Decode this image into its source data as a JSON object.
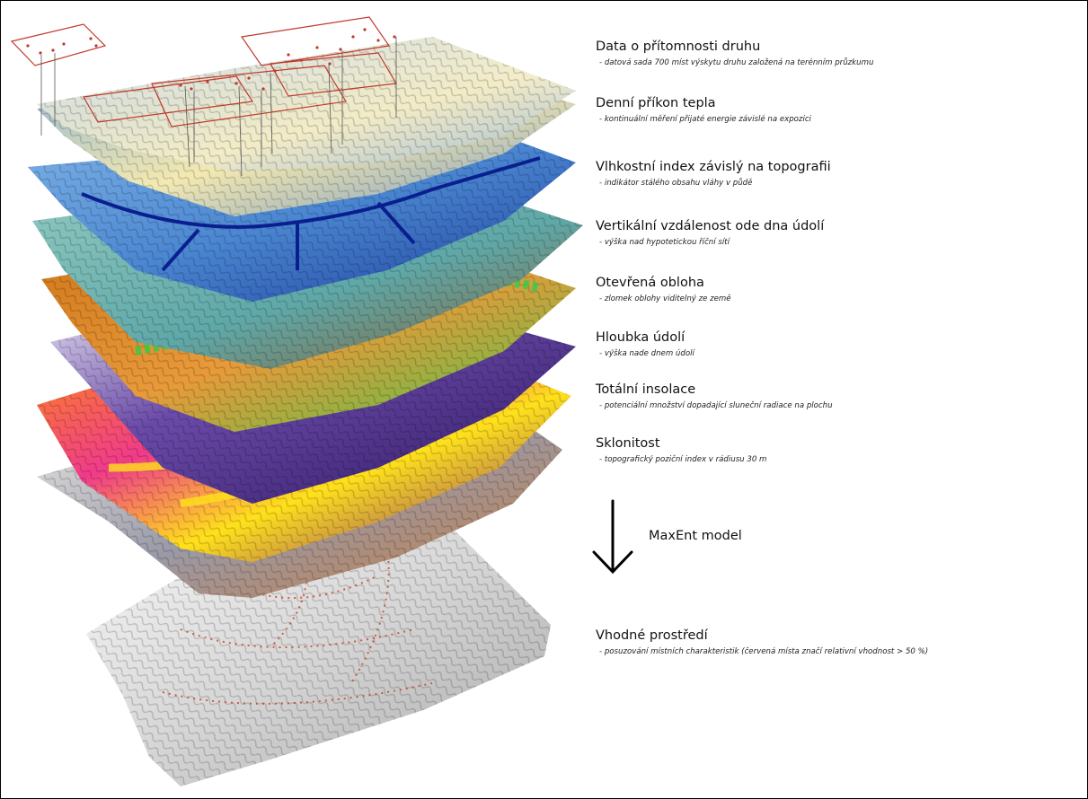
{
  "layers": [
    {
      "title": "Data o přítomnosti druhu",
      "subtitle": "- datová sada 700 míst výskytu druhu založená na terénním průzkumu",
      "colors": [
        "#d9c48a",
        "#a9c3d6",
        "#5b7fb0"
      ]
    },
    {
      "title": "Denní příkon tepla",
      "subtitle": "- kontinuální měření přijaté energie závislé na expozici",
      "colors": [
        "#f3e9b2",
        "#8fb3d2",
        "#3e6aa6"
      ]
    },
    {
      "title": "Vlhkostní index závislý na topografii",
      "subtitle": "- indikátor stálého obsahu vláhy v půdě",
      "colors": [
        "#b8d6f2",
        "#4a86d1",
        "#0a1f8f"
      ]
    },
    {
      "title": "Vertikální vzdálenost ode dna údolí",
      "subtitle": "- výška nad hypotetickou říční sítí",
      "colors": [
        "#e8d7a6",
        "#5fa8a8",
        "#8a5a2a"
      ]
    },
    {
      "title": "Otevřená obloha",
      "subtitle": "- zlomek oblohy viditelný ze země",
      "colors": [
        "#e89a3a",
        "#c46a12",
        "#3cc84a"
      ]
    },
    {
      "title": "Hloubka údolí",
      "subtitle": "- výška nade dnem údolí",
      "colors": [
        "#d8d0e8",
        "#6a4aa8",
        "#2c1660"
      ]
    },
    {
      "title": "Totální insolace",
      "subtitle": "- potenciální množství dopadající sluneční radiace na plochu",
      "colors": [
        "#ffe11a",
        "#f03a8a",
        "#6a0a8a"
      ]
    },
    {
      "title": "Sklonitost",
      "subtitle": "- topografický poziční index v rádiusu 30 m",
      "colors": [
        "#f2f0ea",
        "#9a9aa8",
        "#c67a3a"
      ]
    }
  ],
  "model": {
    "label": "MaxEnt model"
  },
  "result": {
    "title": "Vhodné prostředí",
    "subtitle": "- posuzování místních charakteristik (červená místa značí relativní vhodnost > 50 %)",
    "colors": [
      "#f4f4f4",
      "#b0b0b0",
      "#c8462a"
    ]
  }
}
